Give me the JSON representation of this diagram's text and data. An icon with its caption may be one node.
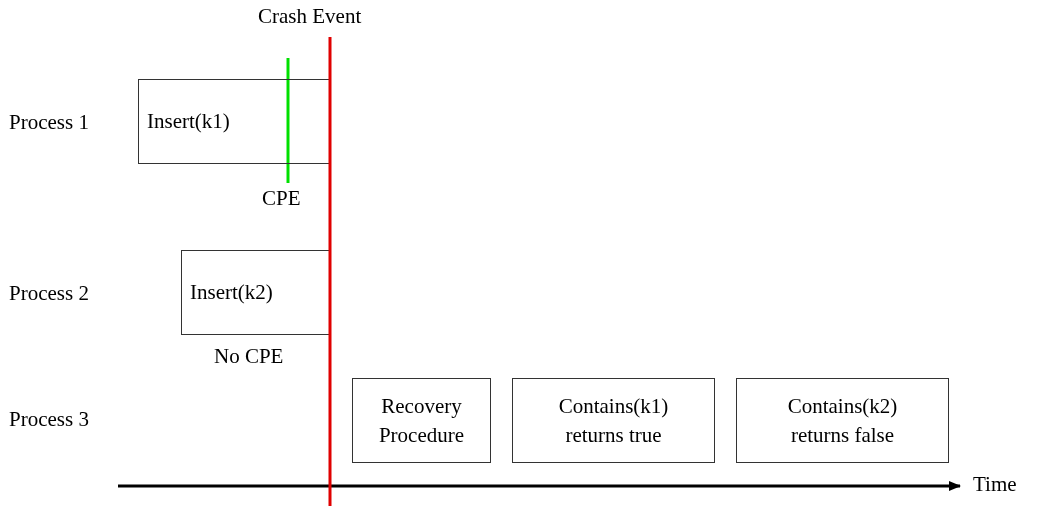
{
  "diagram": {
    "nodes": [
      {
        "text": [
          "Insert(k1)"
        ],
        "beside": [
          "CPE"
        ]
      },
      {
        "text": [
          "Insert(k2)"
        ],
        "beside": [
          "No CPE"
        ]
      },
      {
        "text": [
          "Recovery Procedure"
        ]
      },
      {
        "text": [
          "Contains(k1)",
          "returns true"
        ]
      },
      {
        "text": [
          "Contains(k2)",
          "returns false"
        ]
      }
    ],
    "edges": [],
    "labels": [
      "Crash Event",
      "Process 1",
      "Process 2",
      "Process 3",
      "Time"
    ]
  }
}
